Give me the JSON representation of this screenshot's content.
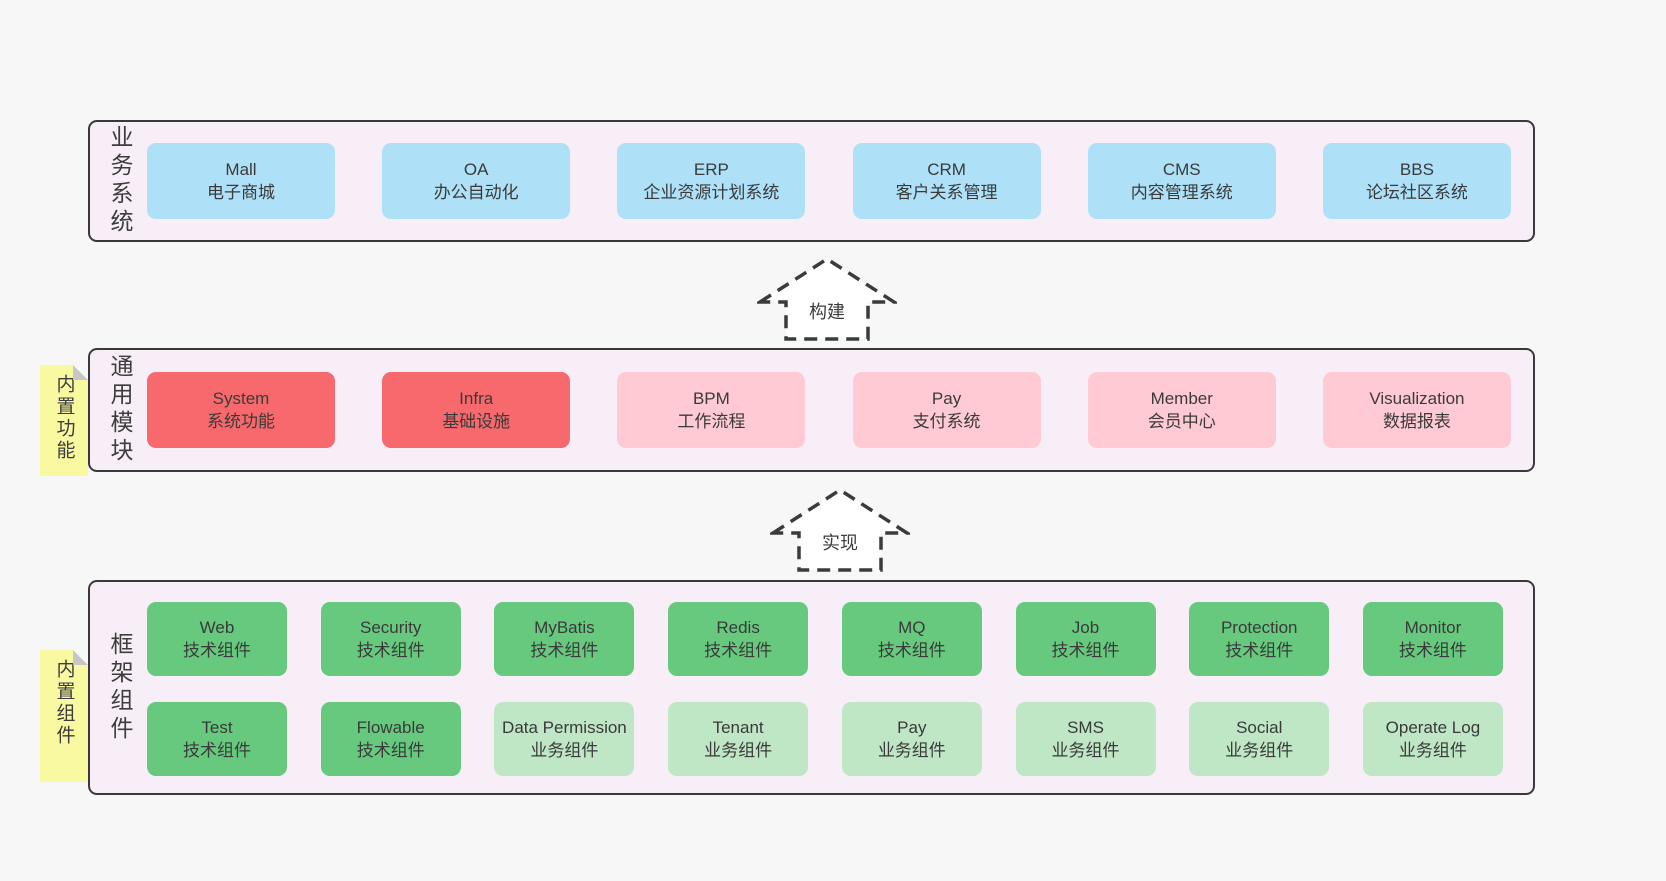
{
  "colors": {
    "page_bg": "#f7f7f7",
    "section_bg": "#f8eef7",
    "section_border": "#3a3a3a",
    "business_box": "#aee0f8",
    "core_module_box": "#f7696d",
    "optional_module_box": "#ffcad3",
    "tech_component_box": "#66c97e",
    "biz_component_box": "#bfe6c5",
    "sticky_note": "#f9f9a2",
    "text": "#3d3d3d"
  },
  "arrows": {
    "build": "构建",
    "implement": "实现"
  },
  "sections": {
    "business": {
      "label": "业务系统",
      "boxes": [
        {
          "name": "Mall",
          "subtitle": "电子商城"
        },
        {
          "name": "OA",
          "subtitle": "办公自动化"
        },
        {
          "name": "ERP",
          "subtitle": "企业资源计划系统"
        },
        {
          "name": "CRM",
          "subtitle": "客户关系管理"
        },
        {
          "name": "CMS",
          "subtitle": "内容管理系统"
        },
        {
          "name": "BBS",
          "subtitle": "论坛社区系统"
        }
      ]
    },
    "modules": {
      "label": "通用模块",
      "sticky": "内置功能",
      "boxes": [
        {
          "name": "System",
          "subtitle": "系统功能"
        },
        {
          "name": "Infra",
          "subtitle": "基础设施"
        },
        {
          "name": "BPM",
          "subtitle": "工作流程"
        },
        {
          "name": "Pay",
          "subtitle": "支付系统"
        },
        {
          "name": "Member",
          "subtitle": "会员中心"
        },
        {
          "name": "Visualization",
          "subtitle": "数据报表"
        }
      ]
    },
    "components": {
      "label": "框架组件",
      "sticky": "内置组件",
      "row1": [
        {
          "name": "Web",
          "subtitle": "技术组件"
        },
        {
          "name": "Security",
          "subtitle": "技术组件"
        },
        {
          "name": "MyBatis",
          "subtitle": "技术组件"
        },
        {
          "name": "Redis",
          "subtitle": "技术组件"
        },
        {
          "name": "MQ",
          "subtitle": "技术组件"
        },
        {
          "name": "Job",
          "subtitle": "技术组件"
        },
        {
          "name": "Protection",
          "subtitle": "技术组件"
        },
        {
          "name": "Monitor",
          "subtitle": "技术组件"
        }
      ],
      "row2": [
        {
          "name": "Test",
          "subtitle": "技术组件"
        },
        {
          "name": "Flowable",
          "subtitle": "技术组件"
        },
        {
          "name": "Data Permission",
          "subtitle": "业务组件"
        },
        {
          "name": "Tenant",
          "subtitle": "业务组件"
        },
        {
          "name": "Pay",
          "subtitle": "业务组件"
        },
        {
          "name": "SMS",
          "subtitle": "业务组件"
        },
        {
          "name": "Social",
          "subtitle": "业务组件"
        },
        {
          "name": "Operate Log",
          "subtitle": "业务组件"
        }
      ]
    }
  }
}
